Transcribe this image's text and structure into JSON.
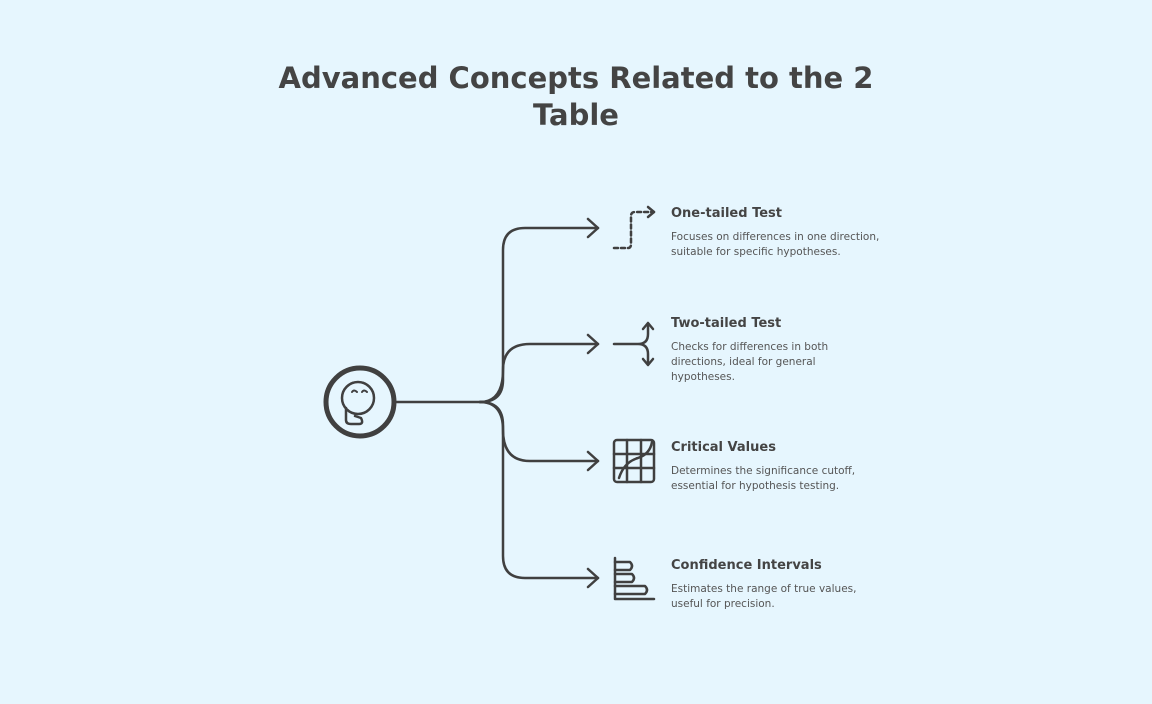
{
  "title": {
    "line1": "Advanced Concepts Related to the 2",
    "line2": "Table"
  },
  "center_icon": "thinking-face-icon",
  "stroke_color": "#404040",
  "background_color": "#e6f6fe",
  "items": [
    {
      "title": "One-tailed Test",
      "description": "Focuses on differences in one direction, suitable for specific hypotheses.",
      "icon": "dashed-step-arrow-icon"
    },
    {
      "title": "Two-tailed Test",
      "description": "Checks for differences in both directions, ideal for general hypotheses.",
      "icon": "split-arrow-icon"
    },
    {
      "title": "Critical Values",
      "description": "Determines the significance cutoff, essential for hypothesis testing.",
      "icon": "grid-curve-icon"
    },
    {
      "title": "Confidence Intervals",
      "description": "Estimates the range of true values, useful for precision.",
      "icon": "bar-chart-icon"
    }
  ]
}
